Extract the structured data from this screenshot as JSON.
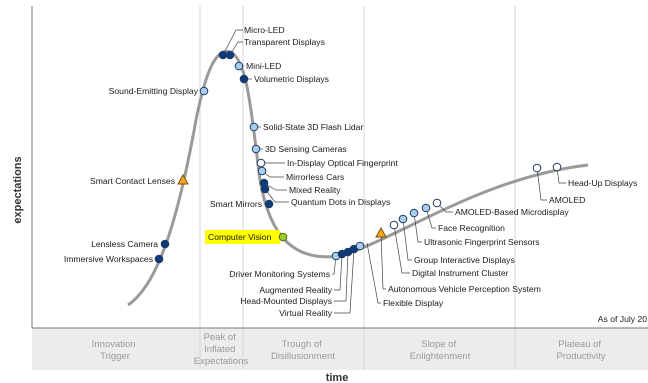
{
  "axes": {
    "y_label": "expectations",
    "x_label": "time",
    "as_of": "As of July 20"
  },
  "colors": {
    "curve": "#9a9a9a",
    "dark": "#0c3a7a",
    "light": "#a9cdef",
    "white": "#ffffff",
    "triangle": "#f5a623",
    "highlight": "#ffff00",
    "highlight_marker": "#9acd32",
    "phase_band": "#ececec",
    "divider": "#d6d6d6"
  },
  "phases": [
    {
      "label_lines": [
        "Innovation",
        "Trigger"
      ]
    },
    {
      "label_lines": [
        "Peak of",
        "Inflated",
        "Expectations"
      ]
    },
    {
      "label_lines": [
        "Trough of",
        "Disillusionment"
      ]
    },
    {
      "label_lines": [
        "Slope of",
        "Enlightenment"
      ]
    },
    {
      "label_lines": [
        "Plateau of",
        "Productivity"
      ]
    }
  ],
  "technologies": [
    {
      "label": "Micro-LED",
      "marker": "dark-circle"
    },
    {
      "label": "Transparent Displays",
      "marker": "dark-circle"
    },
    {
      "label": "Mini-LED",
      "marker": "light-circle"
    },
    {
      "label": "Volumetric Displays",
      "marker": "dark-circle"
    },
    {
      "label": "Sound-Emitting Display",
      "marker": "light-circle"
    },
    {
      "label": "Solid-State 3D Flash Lidar",
      "marker": "light-circle"
    },
    {
      "label": "3D Sensing Cameras",
      "marker": "light-circle"
    },
    {
      "label": "In-Display Optical Fingerprint",
      "marker": "white-circle"
    },
    {
      "label": "Mirrorless Cars",
      "marker": "light-circle"
    },
    {
      "label": "Mixed Reality",
      "marker": "dark-circle"
    },
    {
      "label": "Quantum Dots in Displays",
      "marker": "dark-circle"
    },
    {
      "label": "Smart Mirrors",
      "marker": "dark-circle"
    },
    {
      "label": "Smart Contact Lenses",
      "marker": "triangle"
    },
    {
      "label": "Lensless Camera",
      "marker": "dark-circle"
    },
    {
      "label": "Immersive Workspaces",
      "marker": "dark-circle"
    },
    {
      "label": "Computer Vision",
      "marker": "highlight-circle"
    },
    {
      "label": "Driver Monitoring Systems",
      "marker": "light-circle"
    },
    {
      "label": "Augmented Reality",
      "marker": "dark-circle"
    },
    {
      "label": "Head-Mounted Displays",
      "marker": "dark-circle"
    },
    {
      "label": "Virtual Reality",
      "marker": "dark-circle"
    },
    {
      "label": "Flexible Display",
      "marker": "triangle"
    },
    {
      "label": "Autonomous Vehicle Perception System",
      "marker": "white-circle"
    },
    {
      "label": "Digital Instrument Cluster",
      "marker": "light-circle"
    },
    {
      "label": "Group Interactive Displays",
      "marker": "light-circle"
    },
    {
      "label": "Ultrasonic Fingerprint Sensors",
      "marker": "light-circle"
    },
    {
      "label": "Face Recognition",
      "marker": "light-circle"
    },
    {
      "label": "AMOLED-Based Microdisplay",
      "marker": "white-circle"
    },
    {
      "label": "AMOLED",
      "marker": "white-circle"
    },
    {
      "label": "Head-Up Displays",
      "marker": "white-circle"
    }
  ]
}
